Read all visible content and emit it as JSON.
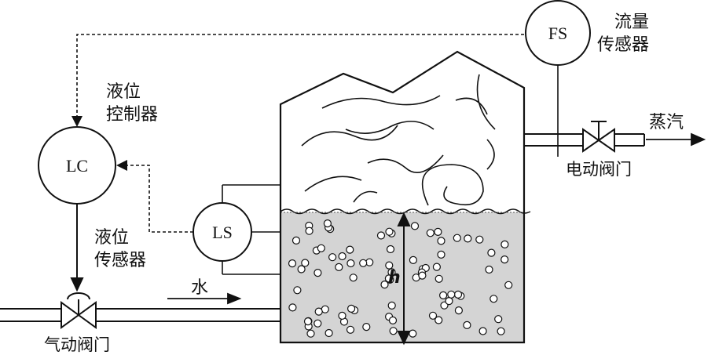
{
  "labels": {
    "level_controller_tag": "LC",
    "level_controller_caption_1": "液位",
    "level_controller_caption_2": "控制器",
    "level_sensor_tag": "LS",
    "level_sensor_caption_1": "液位",
    "level_sensor_caption_2": "传感器",
    "flow_sensor_tag": "FS",
    "flow_sensor_caption_1": "流量",
    "flow_sensor_caption_2": "传感器",
    "pneumatic_valve_caption": "气动阀门",
    "electric_valve_caption": "电动阀门",
    "water_label": "水",
    "steam_label": "蒸汽",
    "level_symbol": "h"
  },
  "colors": {
    "line": "#111111",
    "water_fill": "#d4d4d4",
    "background": "#ffffff"
  }
}
